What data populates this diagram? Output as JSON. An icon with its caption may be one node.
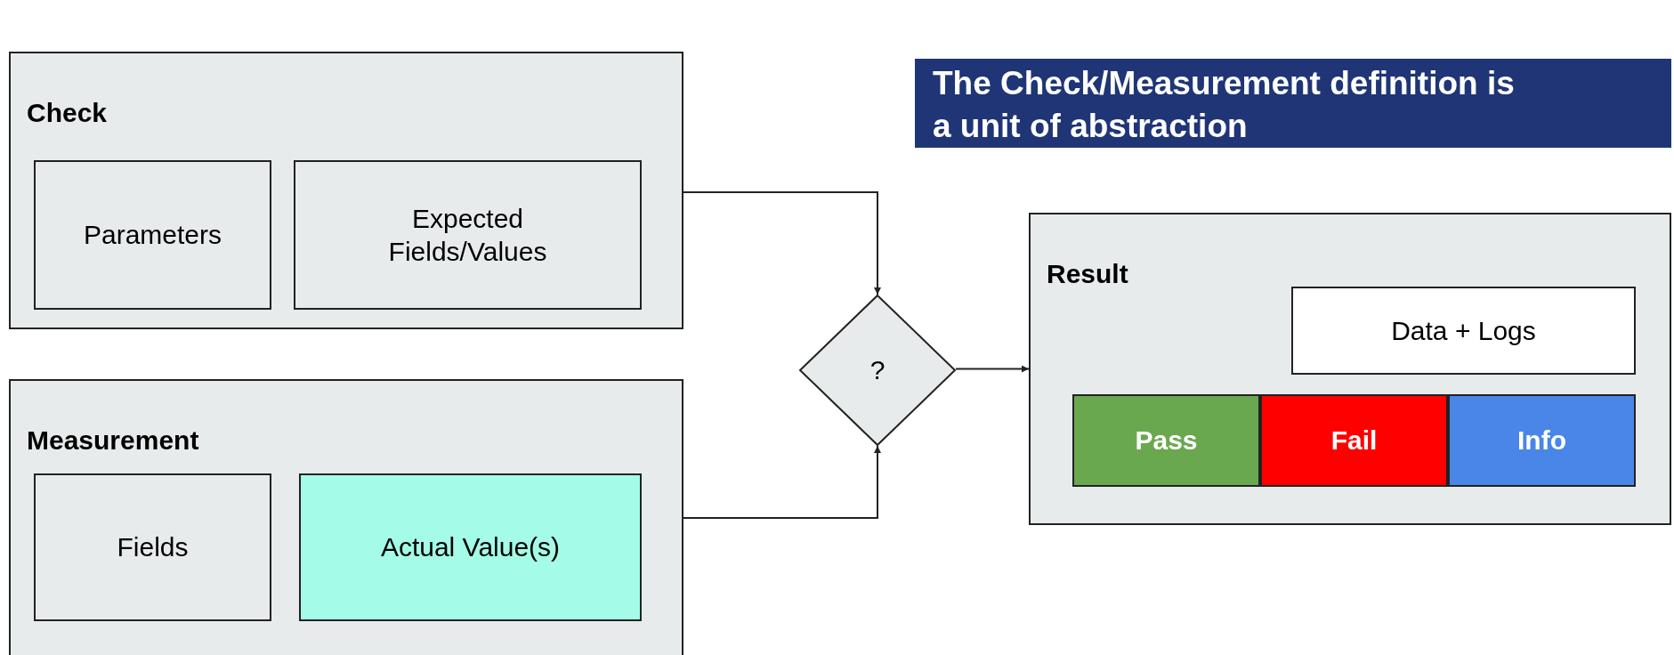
{
  "diagram": {
    "title": "The Check/Measurement definition is a unit of abstraction",
    "nodes": [
      {
        "text": [
          "Check"
        ]
      },
      {
        "text": [
          "Parameters"
        ],
        "in": 0
      },
      {
        "text": [
          "Expected Fields/Values"
        ],
        "in": 0
      },
      {
        "text": [
          "Measurement"
        ]
      },
      {
        "text": [
          "Fields"
        ],
        "in": 3
      },
      {
        "text": [
          "Actual Value(s)"
        ],
        "in": 3
      },
      {
        "text": [
          "?"
        ]
      },
      {
        "text": [
          "Result"
        ]
      },
      {
        "text": [
          "Data + Logs"
        ],
        "in": 7
      },
      {
        "text": [
          "Pass"
        ],
        "in": 7
      },
      {
        "text": [
          "Fail"
        ],
        "in": 7
      },
      {
        "text": [
          "Info"
        ],
        "in": 7
      }
    ],
    "edges": [
      {
        "from": 0,
        "to": 6,
        "arrow": "to"
      },
      {
        "from": 3,
        "to": 6,
        "arrow": "to"
      },
      {
        "from": 6,
        "to": 7,
        "arrow": "to"
      }
    ]
  }
}
